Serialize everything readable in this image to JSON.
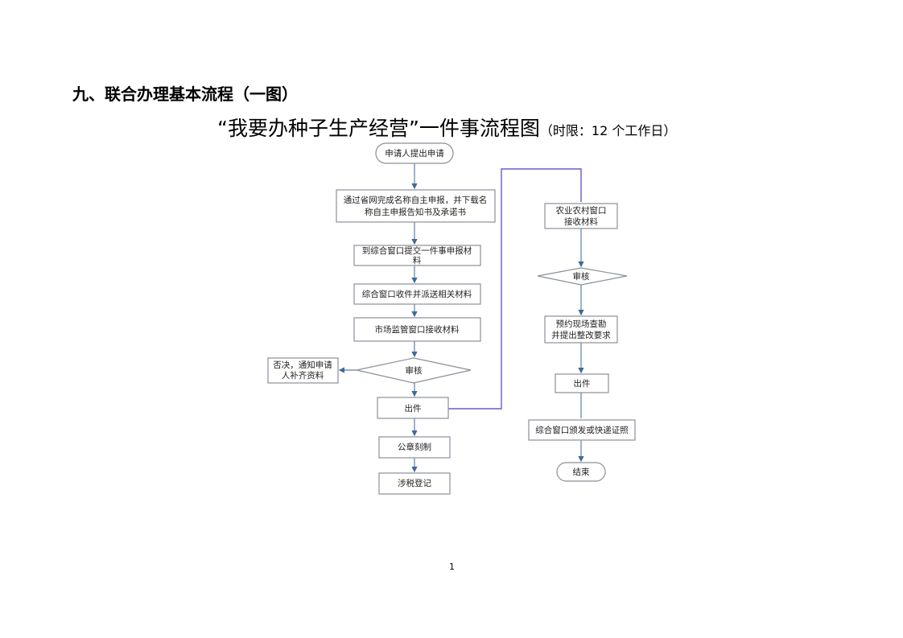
{
  "heading": "九、联合办理基本流程（一图）",
  "subtitle": {
    "main": "“我要办种子生产经营”一件事流程图",
    "note": "（时限：12 个工作日）"
  },
  "flow_left": {
    "start": "申请人提出申请",
    "step1_line1": "通过省网完成名称自主申报，并下载名",
    "step1_line2": "称自主申报告知书及承诺书",
    "step2_line1": "到综合窗口提交一件事申报材",
    "step2_line2": "料",
    "step3": "综合窗口收件并派送相关材料",
    "step4": "市场监管窗口接收材料",
    "review": "审核",
    "reject_line1": "否决，通知申请",
    "reject_line2": "人补齐资料",
    "issue": "出件",
    "seal": "公章刻制",
    "tax": "涉税登记"
  },
  "flow_right": {
    "receive_line1": "农业农村窗口",
    "receive_line2": "接收材料",
    "review": "审核",
    "inspect_line1": "预约现场查勘",
    "inspect_line2": "并提出整改要求",
    "issue": "出件",
    "deliver": "综合窗口颁发或快递证照",
    "end": "结束"
  },
  "page_number": "1"
}
